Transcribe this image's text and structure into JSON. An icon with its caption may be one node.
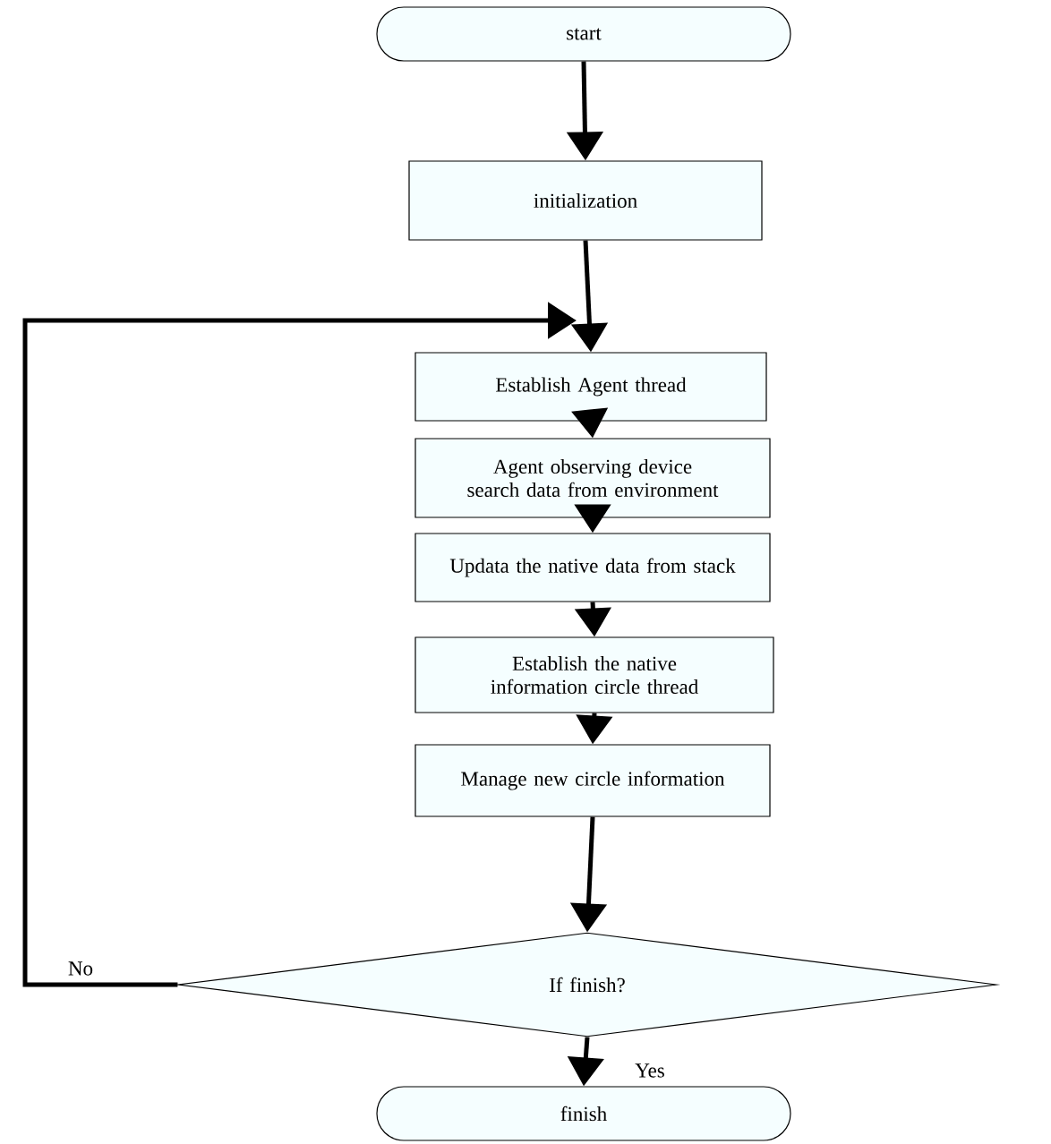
{
  "diagram": {
    "nodes": [
      {
        "text": [
          "start"
        ]
      },
      {
        "text": [
          "initialization"
        ]
      },
      {
        "text": [
          "Establish Agent thread"
        ]
      },
      {
        "text": [
          "Agent observing device search data from environment"
        ]
      },
      {
        "text": [
          "Updata the native data from stack"
        ]
      },
      {
        "text": [
          "Establish the native information circle thread"
        ]
      },
      {
        "text": [
          "Manage new circle information"
        ]
      },
      {
        "text": [
          "If finish?"
        ]
      },
      {
        "text": [
          "finish"
        ]
      }
    ],
    "edges": [
      {
        "from": 0,
        "to": 1,
        "arrow": "to"
      },
      {
        "from": 1,
        "to": 2,
        "arrow": "to"
      },
      {
        "from": 2,
        "to": 3,
        "arrow": "to"
      },
      {
        "from": 3,
        "to": 4,
        "arrow": "to"
      },
      {
        "from": 4,
        "to": 5,
        "arrow": "to"
      },
      {
        "from": 5,
        "to": 6,
        "arrow": "to"
      },
      {
        "from": 6,
        "to": 7,
        "arrow": "to"
      },
      {
        "from": 7,
        "to": 8,
        "arrow": "to",
        "label": "Yes"
      },
      {
        "from": 7,
        "to": 2,
        "arrow": "to",
        "label": "No"
      }
    ]
  }
}
